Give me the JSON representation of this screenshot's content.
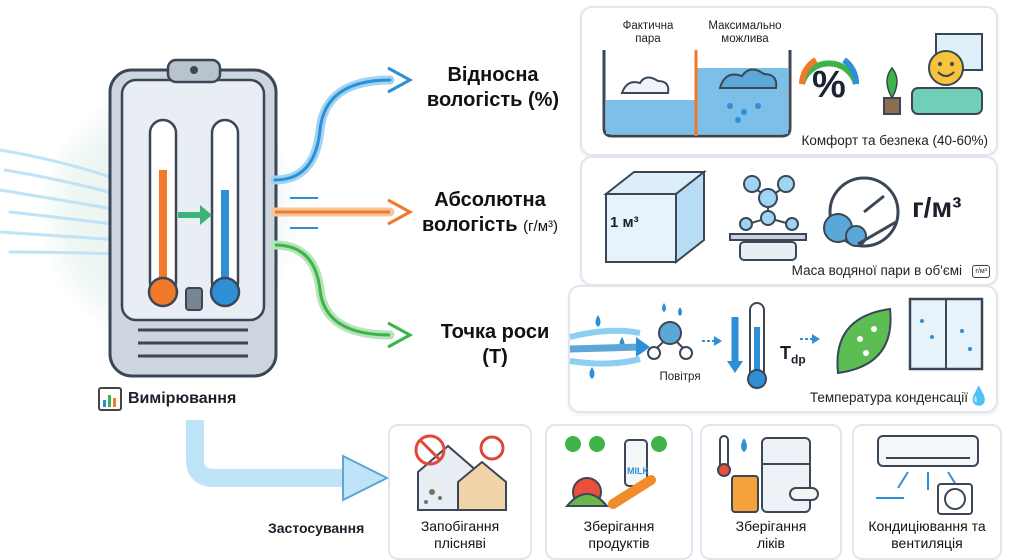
{
  "device": {
    "label": "Вимірювання",
    "icon": "chart-icon"
  },
  "measures": [
    {
      "title": "Відносна вологість (%)"
    },
    {
      "title": "Абсолютна",
      "title2": "вологість",
      "unit": "(г/м³)"
    },
    {
      "title": "Точка роси",
      "title2": "(T)"
    }
  ],
  "panel_rh": {
    "actual_label": "Фактична пара",
    "max_label": "Максимально можлива",
    "caption": "Комфорт та безпека (40-60%)",
    "symbol": "%"
  },
  "panel_ah": {
    "cube_label": "1 м³",
    "unit_label": "г/м³",
    "caption": "Маса водяної пари в об'ємі",
    "badge": "г/м³"
  },
  "panel_dp": {
    "air_label": "Повітря",
    "tdp_main": "T",
    "tdp_sub": "dp",
    "caption": "Температура конденсації"
  },
  "applications": {
    "label": "Застосування",
    "items": [
      {
        "label": "Запобігання плісняві"
      },
      {
        "label": "Зберігання продуктів",
        "milk": "MILK"
      },
      {
        "label": "Зберігання ліків"
      },
      {
        "label": "Кондиціювання та вентиляція"
      }
    ]
  },
  "colors": {
    "blue": "#2f8fd6",
    "orange": "#f07a2a",
    "green": "#3cb44a",
    "accent_light": "#9fd4f2"
  }
}
